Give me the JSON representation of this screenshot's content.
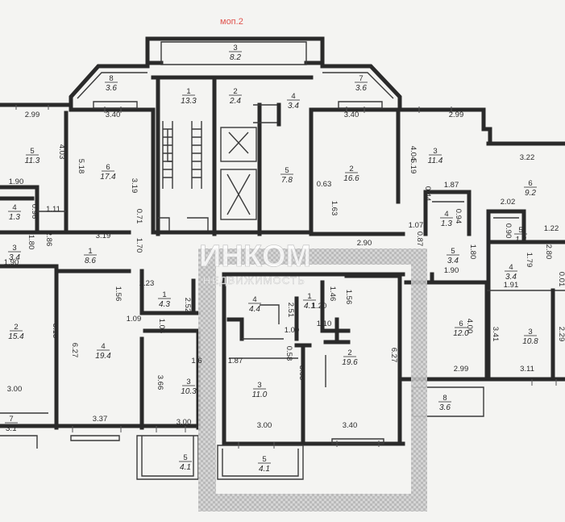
{
  "plan": {
    "floor_label": "моп.2",
    "watermark": {
      "brand": "ИНКОМ",
      "subtitle": "НЕДВИЖИМОСТЬ"
    },
    "rooms": [
      {
        "id": "r-top-3",
        "num": "3",
        "area": "8.2"
      },
      {
        "id": "r-top-8",
        "num": "8",
        "area": "3.6"
      },
      {
        "id": "r-top-7",
        "num": "7",
        "area": "3.6"
      },
      {
        "id": "r-stair-1",
        "num": "1",
        "area": "13.3"
      },
      {
        "id": "r-stair-2",
        "num": "2",
        "area": "2.4"
      },
      {
        "id": "r-stair-4",
        "num": "4",
        "area": "3.4"
      },
      {
        "id": "r-left-5",
        "num": "5",
        "area": "11.3"
      },
      {
        "id": "r-left-6",
        "num": "6",
        "area": "17.4"
      },
      {
        "id": "r-lift-5",
        "num": "5",
        "area": "7.8"
      },
      {
        "id": "r-right-2",
        "num": "2",
        "area": "16.6"
      },
      {
        "id": "r-right-3",
        "num": "3",
        "area": "11.4"
      },
      {
        "id": "r-far-6",
        "num": "6",
        "area": "9.2"
      },
      {
        "id": "r-left-4a",
        "num": "4",
        "area": "1.3"
      },
      {
        "id": "r-left-3a",
        "num": "3",
        "area": "3.4"
      },
      {
        "id": "r-left-1a",
        "num": "1",
        "area": "8.6"
      },
      {
        "id": "r-right-4a",
        "num": "4",
        "area": "1.3"
      },
      {
        "id": "r-right-5a",
        "num": "5",
        "area": "3.4"
      },
      {
        "id": "r-far-5a",
        "num": "5",
        "area": "1.3"
      },
      {
        "id": "r-far-4a",
        "num": "4",
        "area": "3.4"
      },
      {
        "id": "r-ll-2",
        "num": "2",
        "area": "15.4"
      },
      {
        "id": "r-ll-4",
        "num": "4",
        "area": "19.4"
      },
      {
        "id": "r-mid-1",
        "num": "1",
        "area": "4.3"
      },
      {
        "id": "r-mid-3",
        "num": "3",
        "area": "10.3"
      },
      {
        "id": "r-sel-4",
        "num": "4",
        "area": "4.4"
      },
      {
        "id": "r-sel-1",
        "num": "1",
        "area": "4.1"
      },
      {
        "id": "r-sel-2",
        "num": "2",
        "area": "19.6"
      },
      {
        "id": "r-sel-3",
        "num": "3",
        "area": "11.0"
      },
      {
        "id": "r-rr-6",
        "num": "6",
        "area": "12.0"
      },
      {
        "id": "r-far-3",
        "num": "3",
        "area": "10.8"
      },
      {
        "id": "r-ll-7",
        "num": "7",
        "area": "3.1"
      },
      {
        "id": "r-bal-5a",
        "num": "5",
        "area": "4.1"
      },
      {
        "id": "r-bal-5b",
        "num": "5",
        "area": "4.1"
      },
      {
        "id": "r-bal-8",
        "num": "8",
        "area": "3.6"
      }
    ],
    "dimensions": [
      "2.99",
      "3.40",
      "3.40",
      "2.99",
      "3.22",
      "4.03",
      "5.18",
      "5.19",
      "4.04",
      "3.19",
      "1.90",
      "0.96",
      "1.11",
      "0.71",
      "0.63",
      "1.63",
      "0.44",
      "1.87",
      "2.02",
      "1.22",
      "1.07",
      "0.94",
      "2.86",
      "1.80",
      "1.90",
      "3.19",
      "1.70",
      "2.90",
      "0.87",
      "1.90",
      "1.80",
      "0.90",
      "2.80",
      "1.79",
      "1.91",
      "0.01",
      "1.56",
      "2.23",
      "1.09",
      "1.06",
      "2.52",
      "2.51",
      "1.46",
      "1.20",
      "1.56",
      "1.10",
      "1.00",
      "0.58",
      "1.87",
      "3.65",
      "6.27",
      "5.13",
      "6.27",
      "4.00",
      "3.41",
      "2.29",
      "3.66",
      "2.99",
      "3.11",
      "3.00",
      "3.37",
      "3.00",
      "3.00",
      "3.40",
      "1.6"
    ]
  }
}
